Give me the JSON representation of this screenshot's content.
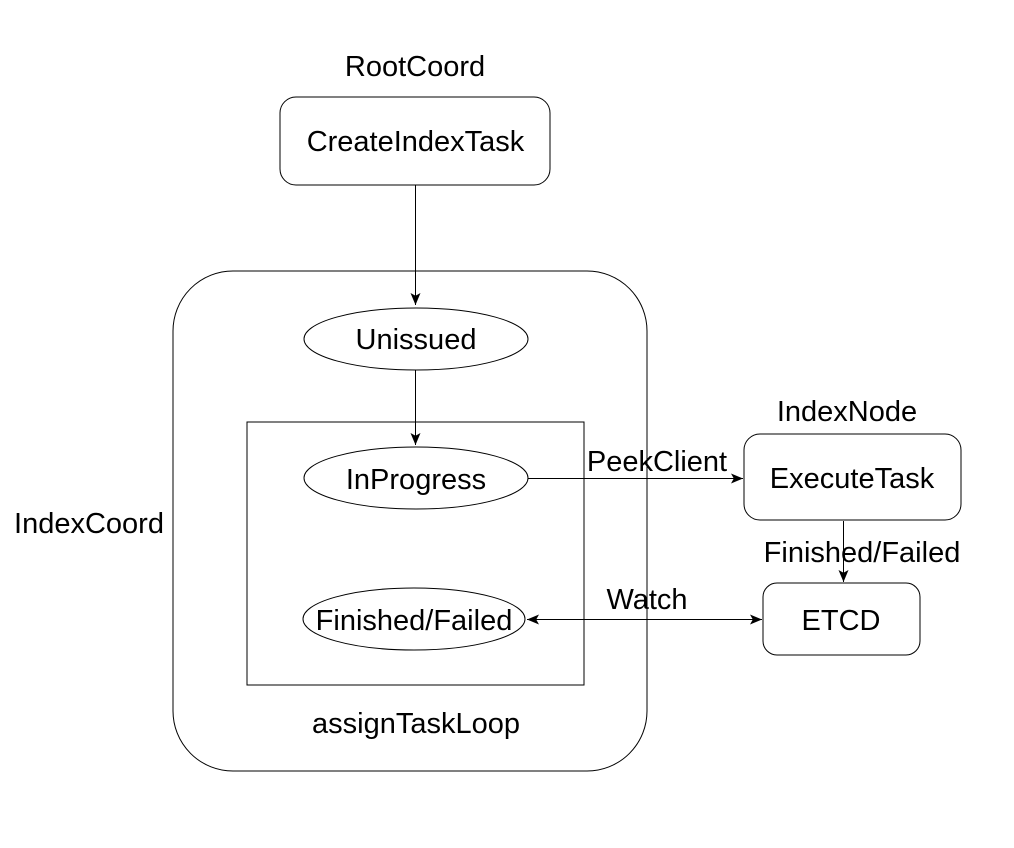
{
  "canvas": {
    "background_color": "#ffffff",
    "stroke_color": "#000000",
    "text_color": "#000000"
  },
  "groups": {
    "root_coord": {
      "label": "RootCoord"
    },
    "index_coord": {
      "label": "IndexCoord",
      "shape": "rounded-container"
    },
    "assign_task_loop": {
      "label": "assignTaskLoop",
      "shape": "rectangle-container"
    },
    "index_node": {
      "label": "IndexNode"
    }
  },
  "nodes": {
    "create_index_task": {
      "label": "CreateIndexTask",
      "shape": "rounded-rectangle",
      "group": "RootCoord"
    },
    "unissued": {
      "label": "Unissued",
      "shape": "ellipse",
      "group": "IndexCoord"
    },
    "in_progress": {
      "label": "InProgress",
      "shape": "ellipse",
      "group": "assignTaskLoop"
    },
    "finished_failed_state": {
      "label": "Finished/Failed",
      "shape": "ellipse",
      "group": "assignTaskLoop"
    },
    "execute_task": {
      "label": "ExecuteTask",
      "shape": "rounded-rectangle",
      "group": "IndexNode"
    },
    "etcd": {
      "label": "ETCD",
      "shape": "rounded-rectangle"
    }
  },
  "edges": {
    "create_to_unissued": {
      "from": "CreateIndexTask",
      "to": "Unissued",
      "arrow": "end"
    },
    "unissued_to_in_progress": {
      "from": "Unissued",
      "to": "InProgress",
      "arrow": "end"
    },
    "peek_client": {
      "label": "PeekClient",
      "from": "InProgress",
      "to": "ExecuteTask",
      "arrow": "end"
    },
    "finished_failed": {
      "label": "Finished/Failed",
      "from": "ExecuteTask",
      "to": "ETCD",
      "arrow": "end"
    },
    "watch": {
      "label": "Watch",
      "from": "Finished/Failed",
      "to": "ETCD",
      "arrow": "both"
    }
  }
}
